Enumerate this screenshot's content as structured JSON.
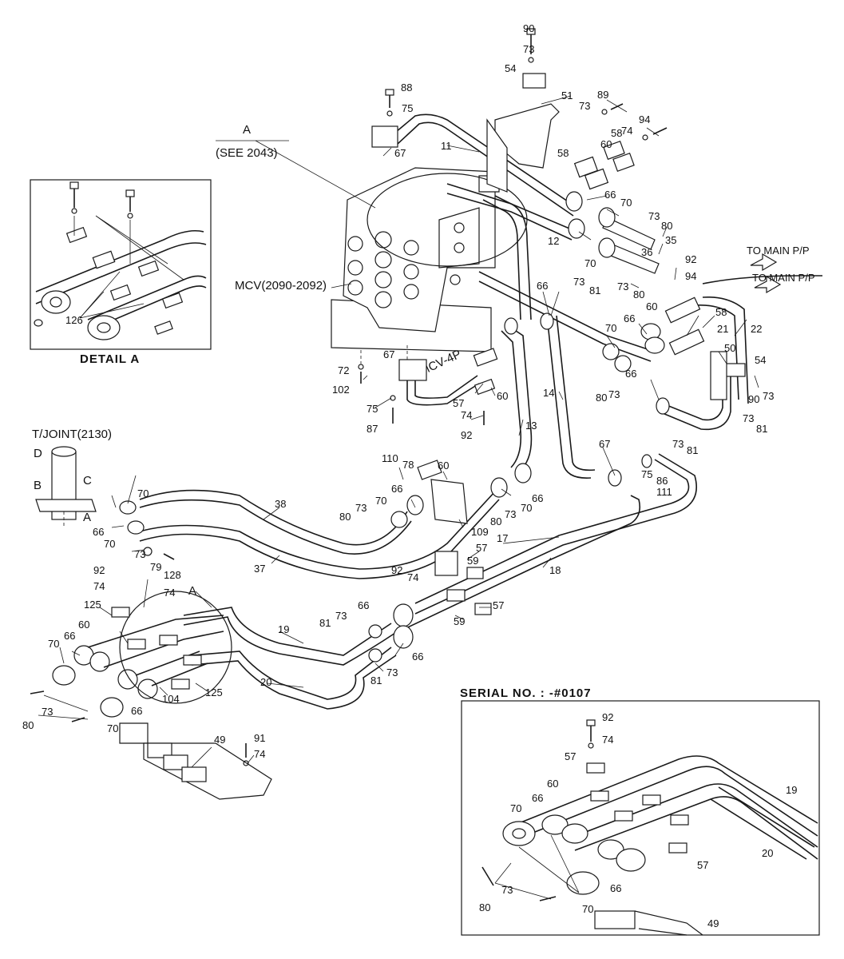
{
  "labels": {
    "a_title": "A",
    "see_2043": "(SEE 2043)",
    "mcv": "MCV(2090-2092)",
    "mcv_4p": "MCV-4P",
    "to_main_1": "TO MAIN P/P",
    "to_main_2": "TO MAIN P/P",
    "t_joint": "T/JOINT(2130)",
    "port_d": "D",
    "port_b": "B",
    "port_c": "C",
    "port_a": "A",
    "detail_a": "DETAIL A",
    "serial_title": "SERIAL NO. : -#0107",
    "lower_a": "A"
  },
  "numbers": {
    "n90": "90",
    "n73a": "73",
    "n54a": "54",
    "n51": "51",
    "n88": "88",
    "n75a": "75",
    "n89": "89",
    "n73b": "73",
    "n94a": "94",
    "n11": "11",
    "n67a": "67",
    "n58a": "58",
    "n60a": "60",
    "n74a": "74",
    "n58b": "58",
    "n66a": "66",
    "n70a": "70",
    "n73c": "73",
    "n80a": "80",
    "n12": "12",
    "n35": "35",
    "n36": "36",
    "n70b": "70",
    "n92a": "92",
    "n94b": "94",
    "n73d": "73",
    "n81a": "81",
    "n80b": "80",
    "n73e": "73",
    "n60b": "60",
    "n58c": "58",
    "n66b": "66",
    "n21": "21",
    "n22": "22",
    "n70c": "70",
    "n66c": "66",
    "n50": "50",
    "n54b": "54",
    "n67b": "67",
    "n72": "72",
    "n102": "102",
    "n73f": "73",
    "n80c": "80",
    "n66d": "66",
    "n90b": "90",
    "n73g": "73",
    "n14": "14",
    "n75b": "75",
    "n57a": "57",
    "n60c": "60",
    "n74b": "74",
    "n87": "87",
    "n92b": "92",
    "n13": "13",
    "n73h": "73",
    "n81b": "81",
    "n73i": "73",
    "n81c": "81",
    "n67c": "67",
    "n75c": "75",
    "n86": "86",
    "n111": "111",
    "n110": "110",
    "n78": "78",
    "n60d": "60",
    "n66e": "66",
    "n70d": "70",
    "n66f": "66",
    "n70e": "70",
    "n38": "38",
    "n73j": "73",
    "n80d": "80",
    "n70f": "70",
    "n73k": "73",
    "n80e": "80",
    "n109": "109",
    "n66g": "66",
    "n70g": "70",
    "n73l": "73",
    "n79": "79",
    "n37": "37",
    "n17": "17",
    "n18": "18",
    "n92c": "92",
    "n74c": "74",
    "n57b": "57",
    "n59a": "59",
    "n57c": "57",
    "n59b": "59",
    "n92d": "92",
    "n128": "128",
    "n74d": "74",
    "n74e": "74",
    "n125a": "125",
    "n60e": "60",
    "n70h": "70",
    "n66h": "66",
    "n66i": "66",
    "n73m": "73",
    "n81d": "81",
    "n19": "19",
    "n20": "20",
    "n66j": "66",
    "n81e": "81",
    "n73n": "73",
    "n104": "104",
    "n125b": "125",
    "n66k": "66",
    "n80f": "80",
    "n73o": "73",
    "n70i": "70",
    "n49": "49",
    "n91": "91",
    "n74f": "74",
    "n126": "126",
    "s92": "92",
    "s74": "74",
    "s57a": "57",
    "s60": "60",
    "s70": "70",
    "s66a": "66",
    "s19": "19",
    "s20": "20",
    "s57b": "57",
    "s73": "73",
    "s80": "80",
    "s70b": "70",
    "s66b": "66",
    "s49": "49"
  }
}
